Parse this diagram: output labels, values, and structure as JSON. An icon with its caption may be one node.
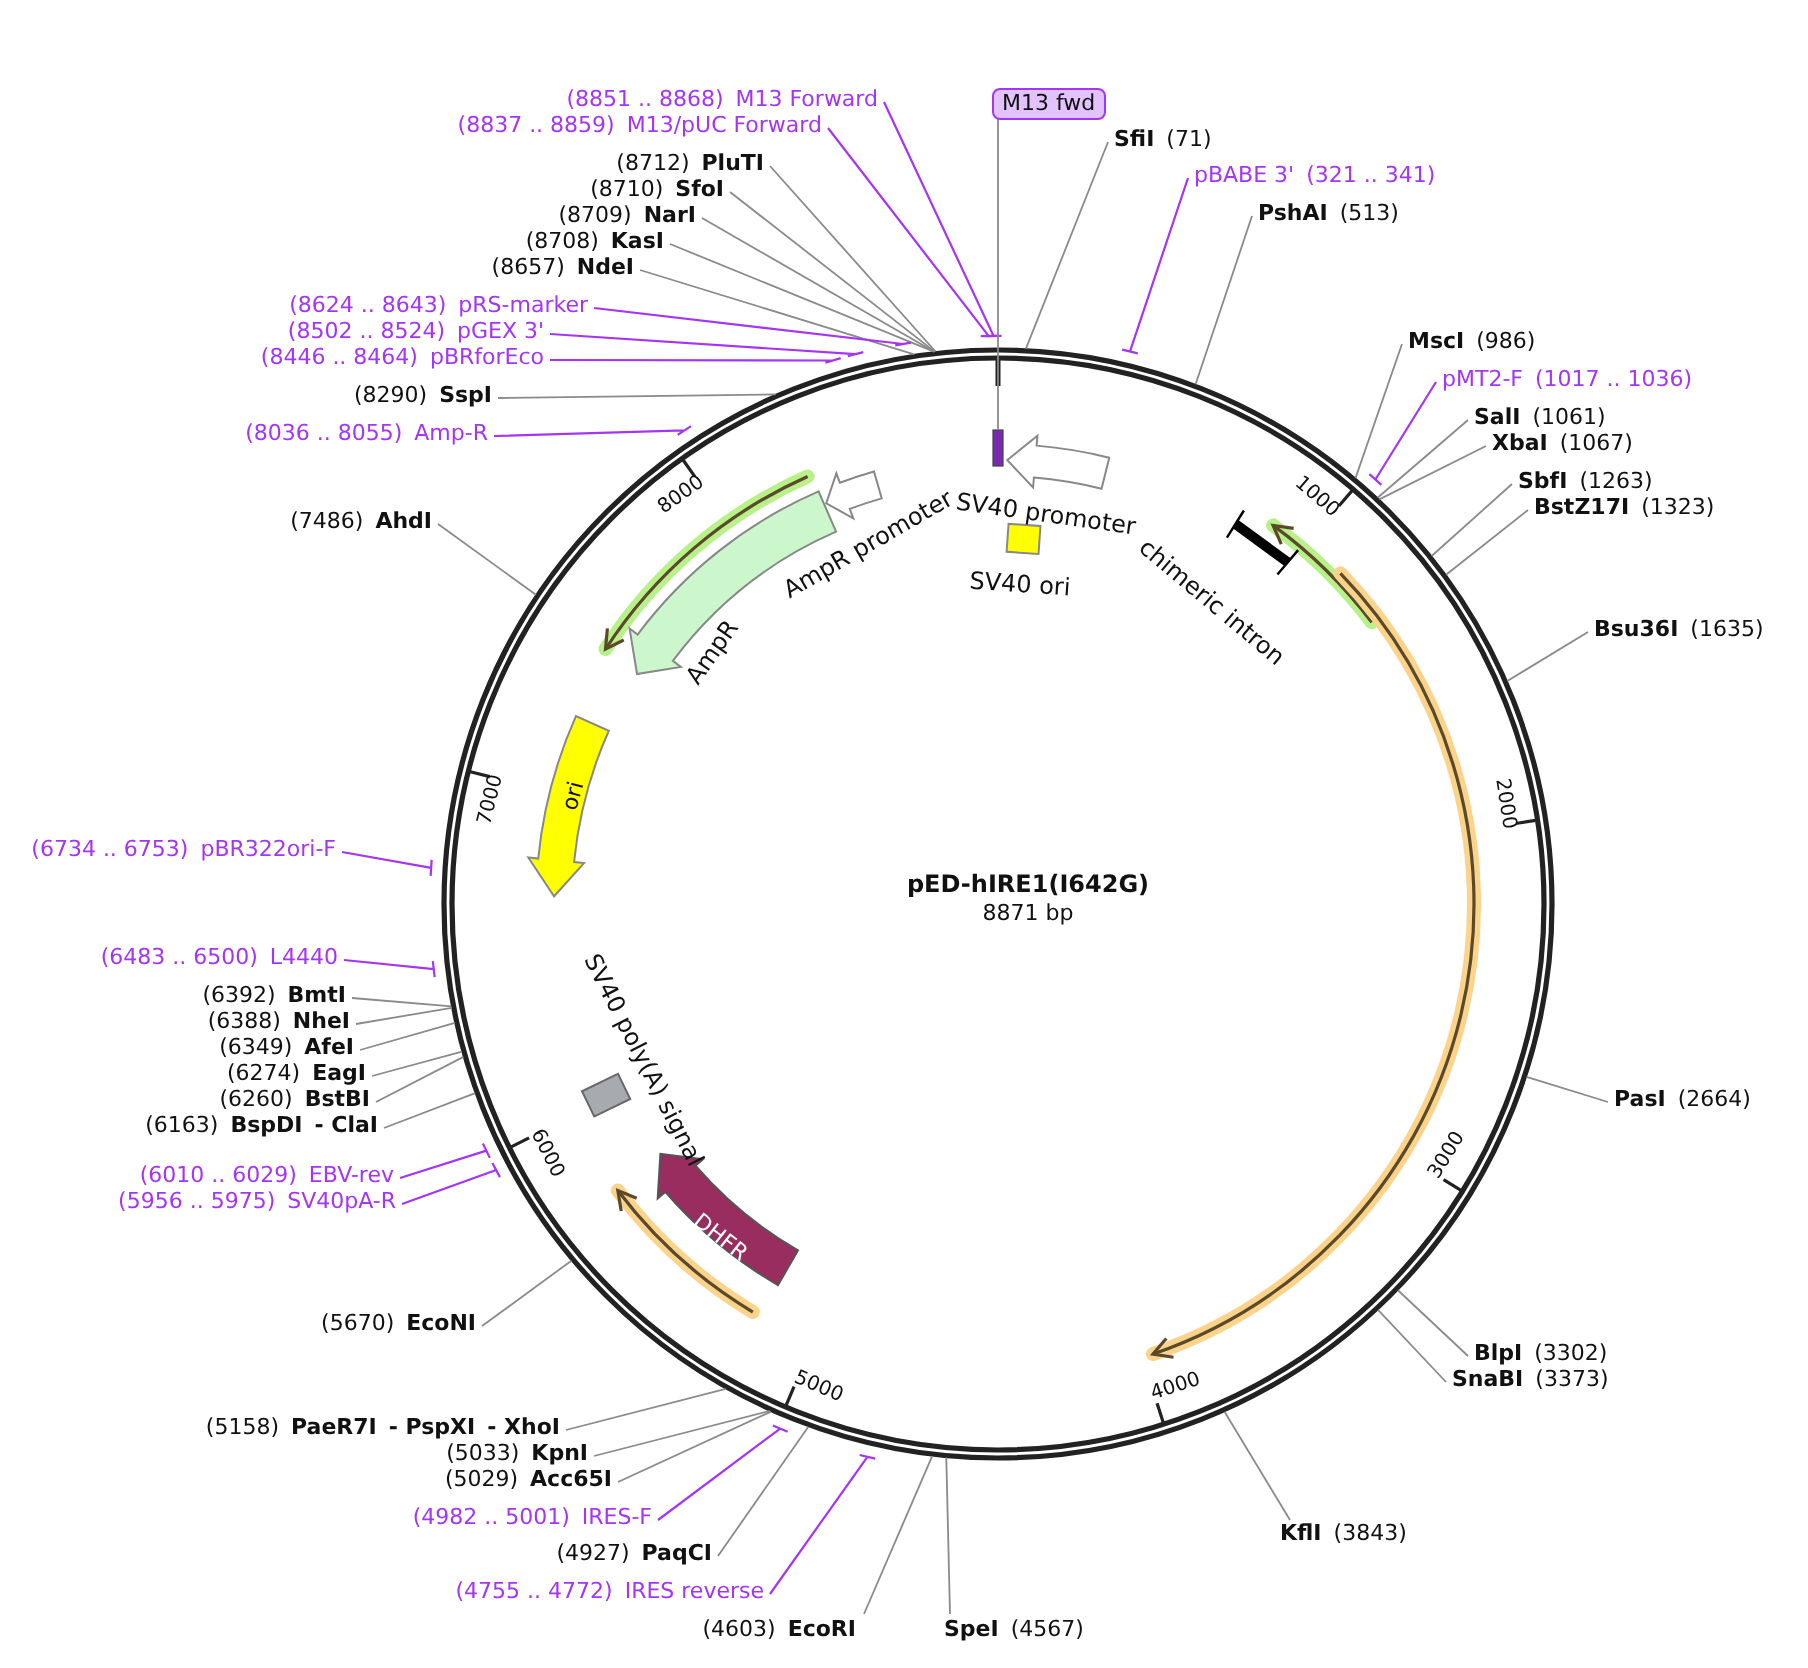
{
  "diagram": {
    "title": "pED-hIRE1(I642G)",
    "nodes": [
      {
        "text": [
          "(8851 .. 8868)",
          "M13 Forward"
        ]
      },
      {
        "text": [
          "(8837 .. 8859)",
          "M13/pUC Forward"
        ]
      },
      {
        "text": [
          "(8712)",
          "PluTI"
        ]
      },
      {
        "text": [
          "(8710)",
          "SfoI"
        ]
      },
      {
        "text": [
          "(8709)",
          "NarI"
        ]
      },
      {
        "text": [
          "(8708)",
          "KasI"
        ]
      },
      {
        "text": [
          "(8657)",
          "NdeI"
        ]
      },
      {
        "text": [
          "(8624 .. 8643)",
          "pRS-marker"
        ]
      },
      {
        "text": [
          "(8502 .. 8524)",
          "pGEX 3'"
        ]
      },
      {
        "text": [
          "(8446 .. 8464)",
          "pBRforEco"
        ]
      },
      {
        "text": [
          "(8290)",
          "SspI"
        ]
      },
      {
        "text": [
          "(8036 .. 8055)",
          "Amp-R"
        ]
      },
      {
        "text": [
          "M13 fwd"
        ]
      },
      {
        "text": [
          "SfiI",
          "(71)"
        ]
      },
      {
        "text": [
          "pBABE 3'",
          "(321 .. 341)"
        ]
      },
      {
        "text": [
          "PshAI",
          "(513)"
        ]
      },
      {
        "text": [
          "MscI",
          "(986)"
        ]
      },
      {
        "text": [
          "pMT2-F",
          "(1017 .. 1036)"
        ]
      },
      {
        "text": [
          "SalI",
          "(1061)"
        ]
      },
      {
        "text": [
          "XbaI",
          "(1067)"
        ]
      },
      {
        "text": [
          "SbfI",
          "(1263)"
        ]
      },
      {
        "text": [
          "BstZ17I",
          "(1323)"
        ]
      },
      {
        "text": [
          "Bsu36I",
          "(1635)"
        ]
      },
      {
        "text": [
          "PasI",
          "(2664)"
        ]
      },
      {
        "text": [
          "BlpI",
          "(3302)"
        ]
      },
      {
        "text": [
          "SnaBI",
          "(3373)"
        ]
      },
      {
        "text": [
          "KflI",
          "(3843)"
        ]
      },
      {
        "text": [
          "SpeI",
          "(4567)"
        ]
      },
      {
        "text": [
          "(4603)",
          "EcoRI"
        ]
      },
      {
        "text": [
          "(4755 .. 4772)",
          "IRES reverse"
        ]
      },
      {
        "text": [
          "(4927)",
          "PaqCI"
        ]
      },
      {
        "text": [
          "(4982 .. 5001)",
          "IRES-F"
        ]
      },
      {
        "text": [
          "(5029)",
          "Acc65I"
        ]
      },
      {
        "text": [
          "(5033)",
          "KpnI"
        ]
      },
      {
        "text": [
          "(5158)",
          "PaeR7I",
          "- PspXI",
          "- XhoI"
        ]
      },
      {
        "text": [
          "(5670)",
          "EcoNI"
        ]
      },
      {
        "text": [
          "(5956 .. 5975)",
          "SV40pA-R"
        ]
      },
      {
        "text": [
          "(6010 .. 6029)",
          "EBV-rev"
        ]
      },
      {
        "text": [
          "(6163)",
          "BspDI",
          "- ClaI"
        ]
      },
      {
        "text": [
          "(6260)",
          "BstBI"
        ]
      },
      {
        "text": [
          "(6274)",
          "EagI"
        ]
      },
      {
        "text": [
          "(6349)",
          "AfeI"
        ]
      },
      {
        "text": [
          "(6388)",
          "NheI"
        ]
      },
      {
        "text": [
          "(6392)",
          "BmtI"
        ]
      },
      {
        "text": [
          "(6483 .. 6500)",
          "L4440"
        ]
      },
      {
        "text": [
          "(6734 .. 6753)",
          "pBR322ori-F"
        ]
      },
      {
        "text": [
          "(7486)",
          "AhdI"
        ]
      },
      {
        "text": [
          "SV40 promoter"
        ]
      },
      {
        "text": [
          "SV40 ori"
        ]
      },
      {
        "text": [
          "chimeric intron"
        ]
      },
      {
        "text": [
          "AmpR promoter"
        ]
      },
      {
        "text": [
          "AmpR"
        ]
      },
      {
        "text": [
          "ori"
        ]
      },
      {
        "text": [
          "SV40 poly(A) signal"
        ]
      },
      {
        "text": [
          "DHFR"
        ]
      },
      {
        "text": [],
        "shape": "bar"
      }
    ],
    "edges": [
      {
        "from": 0,
        "to": null,
        "arrow": "none",
        "color": "#a535f5"
      },
      {
        "from": 1,
        "to": null,
        "arrow": "none",
        "color": "#a535f5"
      },
      {
        "from": 2,
        "to": null,
        "arrow": "none"
      },
      {
        "from": 3,
        "to": null,
        "arrow": "none"
      },
      {
        "from": 4,
        "to": null,
        "arrow": "none"
      },
      {
        "from": 5,
        "to": null,
        "arrow": "none"
      },
      {
        "from": 6,
        "to": null,
        "arrow": "none"
      },
      {
        "from": 7,
        "to": null,
        "arrow": "none",
        "color": "#a535f5"
      },
      {
        "from": 8,
        "to": null,
        "arrow": "none",
        "color": "#a535f5"
      },
      {
        "from": 9,
        "to": null,
        "arrow": "none",
        "color": "#a535f5"
      },
      {
        "from": 10,
        "to": null,
        "arrow": "none"
      },
      {
        "from": 11,
        "to": null,
        "arrow": "none",
        "color": "#a535f5"
      },
      {
        "from": 12,
        "to": 55,
        "arrow": "none"
      },
      {
        "from": 13,
        "to": null,
        "arrow": "none"
      },
      {
        "from": 14,
        "to": null,
        "arrow": "none",
        "color": "#a535f5"
      },
      {
        "from": 15,
        "to": null,
        "arrow": "none"
      },
      {
        "from": 16,
        "to": null,
        "arrow": "none"
      },
      {
        "from": 17,
        "to": null,
        "arrow": "none",
        "color": "#a535f5"
      },
      {
        "from": 18,
        "to": null,
        "arrow": "none"
      },
      {
        "from": 19,
        "to": null,
        "arrow": "none"
      },
      {
        "from": 20,
        "to": null,
        "arrow": "none"
      },
      {
        "from": 21,
        "to": null,
        "arrow": "none"
      },
      {
        "from": 22,
        "to": null,
        "arrow": "none"
      },
      {
        "from": 23,
        "to": null,
        "arrow": "none"
      },
      {
        "from": 24,
        "to": null,
        "arrow": "none"
      },
      {
        "from": 25,
        "to": null,
        "arrow": "none"
      },
      {
        "from": 26,
        "to": null,
        "arrow": "none"
      },
      {
        "from": 27,
        "to": null,
        "arrow": "none"
      },
      {
        "from": 28,
        "to": null,
        "arrow": "none"
      },
      {
        "from": 29,
        "to": null,
        "arrow": "none",
        "color": "#a535f5"
      },
      {
        "from": 30,
        "to": null,
        "arrow": "none"
      },
      {
        "from": 31,
        "to": null,
        "arrow": "none",
        "color": "#a535f5"
      },
      {
        "from": 32,
        "to": null,
        "arrow": "none"
      },
      {
        "from": 33,
        "to": null,
        "arrow": "none"
      },
      {
        "from": 34,
        "to": null,
        "arrow": "none"
      },
      {
        "from": 35,
        "to": null,
        "arrow": "none"
      },
      {
        "from": 36,
        "to": null,
        "arrow": "none",
        "color": "#a535f5"
      },
      {
        "from": 37,
        "to": null,
        "arrow": "none",
        "color": "#a535f5"
      },
      {
        "from": 38,
        "to": null,
        "arrow": "none"
      },
      {
        "from": 39,
        "to": null,
        "arrow": "none"
      },
      {
        "from": 40,
        "to": null,
        "arrow": "none"
      },
      {
        "from": 41,
        "to": null,
        "arrow": "none"
      },
      {
        "from": 42,
        "to": null,
        "arrow": "none"
      },
      {
        "from": 43,
        "to": null,
        "arrow": "none"
      },
      {
        "from": 44,
        "to": null,
        "arrow": "none",
        "color": "#a535f5"
      },
      {
        "from": 45,
        "to": null,
        "arrow": "none",
        "color": "#a535f5"
      },
      {
        "from": 46,
        "to": null,
        "arrow": "none"
      }
    ],
    "labels": [
      "1000",
      "2000",
      "3000",
      "4000",
      "5000",
      "6000",
      "7000",
      "8000",
      "8871 bp"
    ]
  }
}
